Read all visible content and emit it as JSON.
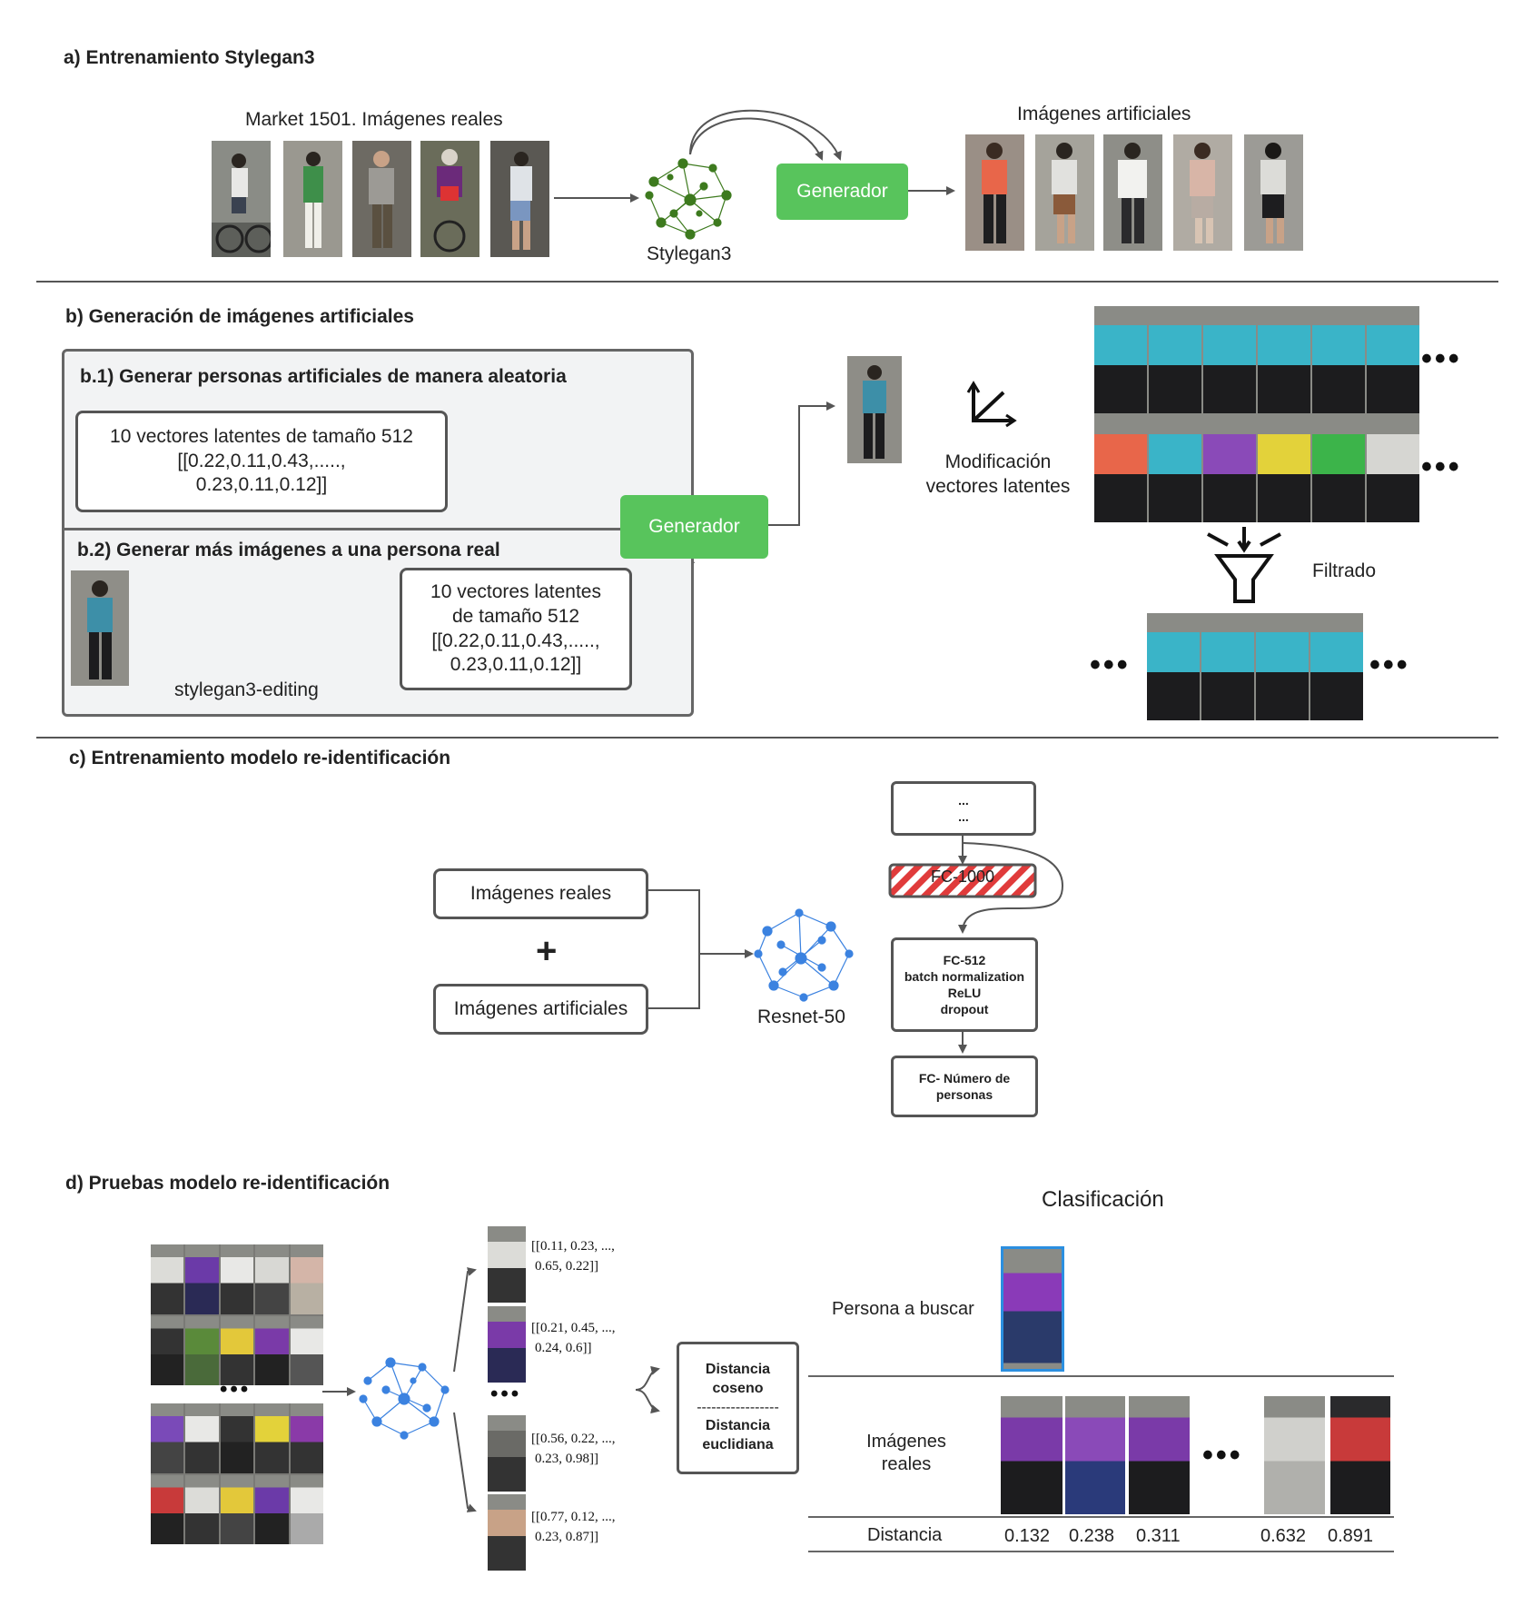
{
  "section_a": {
    "title": "a) Entrenamiento Stylegan3",
    "real_label": "Market 1501. Imágenes reales",
    "network_label": "Stylegan3",
    "generator_label": "Generador",
    "artificial_label": "Imágenes artificiales"
  },
  "section_b": {
    "title": "b) Generación de imágenes artificiales",
    "b1_title": "b.1) Generar personas artificiales de manera aleatoria",
    "b1_box_line1": "10 vectores latentes de tamaño 512",
    "b1_box_line2": "[[0.22,0.11,0.43,.....,",
    "b1_box_line3": "0.23,0.11,0.12]]",
    "b2_title": "b.2) Generar más imágenes a una persona real",
    "b2_network_label": "stylegan3-editing",
    "b2_box_line1": "10 vectores latentes",
    "b2_box_line2": "de tamaño 512",
    "b2_box_line3": "[[0.22,0.11,0.43,.....,",
    "b2_box_line4": "0.23,0.11,0.12]]",
    "generator_label": "Generador",
    "modification_line1": "Modificación",
    "modification_line2": "vectores latentes",
    "filter_label": "Filtrado"
  },
  "section_c": {
    "title": "c) Entrenamiento modelo re-identificación",
    "real_images": "Imágenes reales",
    "plus": "+",
    "artificial_images": "Imágenes artificiales",
    "network_label": "Resnet-50",
    "top_box_line1": "...",
    "top_box_line2": "...",
    "fc1000": "FC-1000",
    "fc512_line1": "FC-512",
    "fc512_line2": "batch normalization",
    "fc512_line3": "ReLU",
    "fc512_line4": "dropout",
    "fc_last_line1": "FC- Número de",
    "fc_last_line2": "personas"
  },
  "section_d": {
    "title": "d) Pruebas modelo re-identificación",
    "vectors": [
      {
        "line1": "[[0.11, 0.23, ...,",
        "line2": "0.65, 0.22]]"
      },
      {
        "line1": "[[0.21, 0.45, ...,",
        "line2": "0.24, 0.6]]"
      },
      {
        "line1": "[[0.56, 0.22, ...,",
        "line2": "0.23, 0.98]]"
      },
      {
        "line1": "[[0.77, 0.12, ...,",
        "line2": "0.23, 0.87]]"
      }
    ],
    "distance_box_line1": "Distancia",
    "distance_box_line2": "coseno",
    "distance_box_sep": "-----------------",
    "distance_box_line3": "Distancia",
    "distance_box_line4": "euclidiana",
    "classification_title": "Clasificación",
    "query_label": "Persona a buscar",
    "gallery_label_line1": "Imágenes",
    "gallery_label_line2": "reales",
    "distance_label": "Distancia",
    "distances": [
      "0.132",
      "0.238",
      "0.311",
      "0.632",
      "0.891"
    ]
  },
  "colors": {
    "generator_green": "#58c45c",
    "stylegan_green": "#3d7a1e",
    "resnet_blue": "#3b82e0",
    "query_border": "#2b8fe0",
    "fc1000_red": "#e03b3b"
  }
}
